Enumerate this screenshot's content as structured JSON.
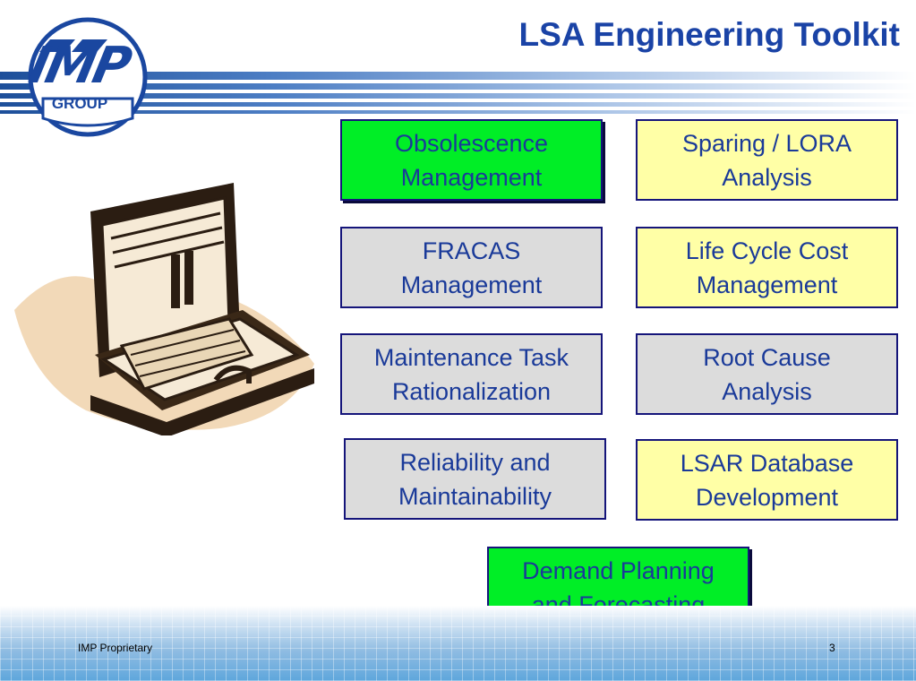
{
  "slide": {
    "title": "LSA Engineering Toolkit",
    "footer_text": "IMP Proprietary",
    "page_number": "3"
  },
  "logo": {
    "text": "IMP",
    "sub_text": "GROUP"
  },
  "toolkit_items": [
    {
      "label": "Obsolescence\nManagement",
      "fill": "#00EE26"
    },
    {
      "label": "Sparing / LORA\nAnalysis",
      "fill": "#FFFFA6"
    },
    {
      "label": "FRACAS\nManagement",
      "fill": "#DCDCDC"
    },
    {
      "label": "Life Cycle Cost\nManagement",
      "fill": "#FFFFA6"
    },
    {
      "label": "Maintenance Task\nRationalization",
      "fill": "#DCDCDC"
    },
    {
      "label": "Root Cause\nAnalysis",
      "fill": "#DCDCDC"
    },
    {
      "label": "Reliability and\nMaintainability",
      "fill": "#DCDCDC"
    },
    {
      "label": "LSAR Database\nDevelopment",
      "fill": "#FFFFA6"
    },
    {
      "label": "Demand Planning\nand Forecasting",
      "fill": "#00EE26"
    }
  ],
  "colors": {
    "title": "#1A43A6",
    "box_border": "#15157A",
    "box_text": "#1A3A99"
  }
}
